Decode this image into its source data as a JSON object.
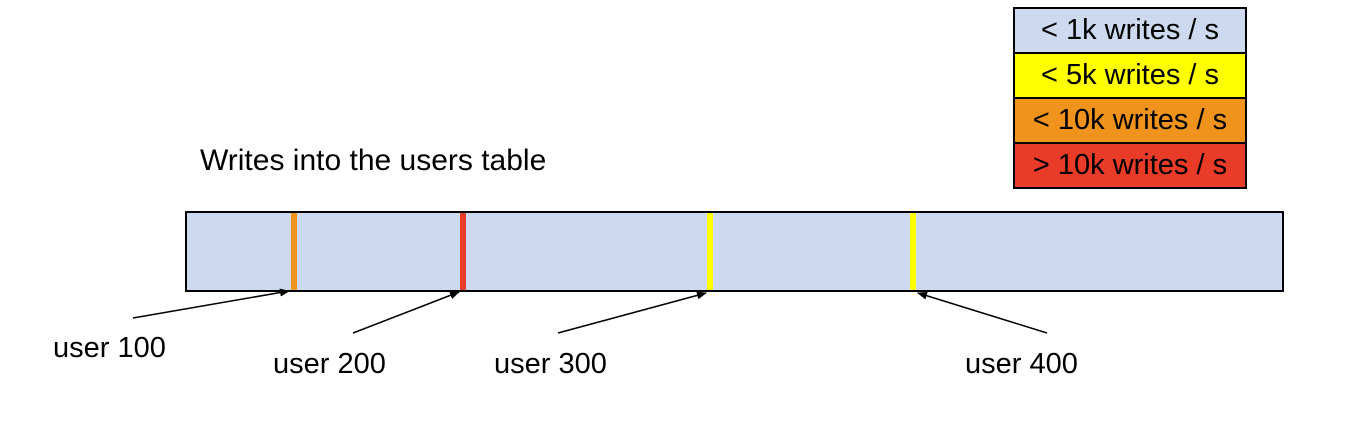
{
  "title": "Writes into the users table",
  "legend": {
    "items": [
      {
        "label": "< 1k writes / s",
        "color": "#ccd9ee"
      },
      {
        "label": "< 5k writes / s",
        "color": "#ffff00"
      },
      {
        "label": "< 10k writes / s",
        "color": "#f0931c"
      },
      {
        "label": "> 10k writes / s",
        "color": "#e83b28"
      }
    ]
  },
  "diagram": {
    "bar_fill": "#ccd9ee",
    "border_color": "#000000",
    "markers": [
      {
        "label": "user 100",
        "color": "#f0931c",
        "rate_bucket": "< 10k writes / s",
        "position_pct": 9.5
      },
      {
        "label": "user 200",
        "color": "#e83b28",
        "rate_bucket": "> 10k writes / s",
        "position_pct": 24.9
      },
      {
        "label": "user 300",
        "color": "#ffff00",
        "rate_bucket": "< 5k writes / s",
        "position_pct": 47.5
      },
      {
        "label": "user 400",
        "color": "#ffff00",
        "rate_bucket": "< 5k writes / s",
        "position_pct": 66.0
      }
    ]
  }
}
